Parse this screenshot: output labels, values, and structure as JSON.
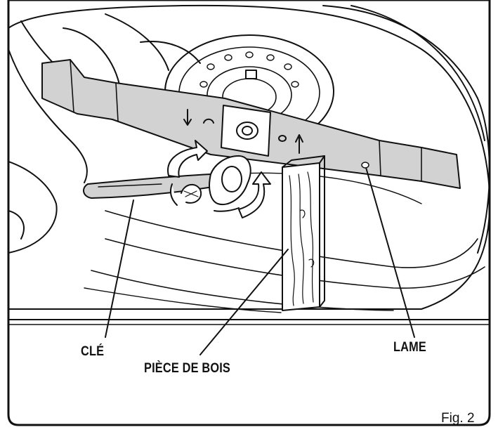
{
  "labels": {
    "wrench": "CLÉ",
    "wood_block": "PIÈCE DE BOIS",
    "blade": "LAME"
  },
  "figure_number": "Fig. 2",
  "colors": {
    "line": "#111111",
    "blade_fill": "#d2d2d2",
    "frame_border": "#111111",
    "background": "#ffffff"
  },
  "icons": [
    "rotate-arrow-icon",
    "down-arrow-icon",
    "up-arrow-icon"
  ]
}
